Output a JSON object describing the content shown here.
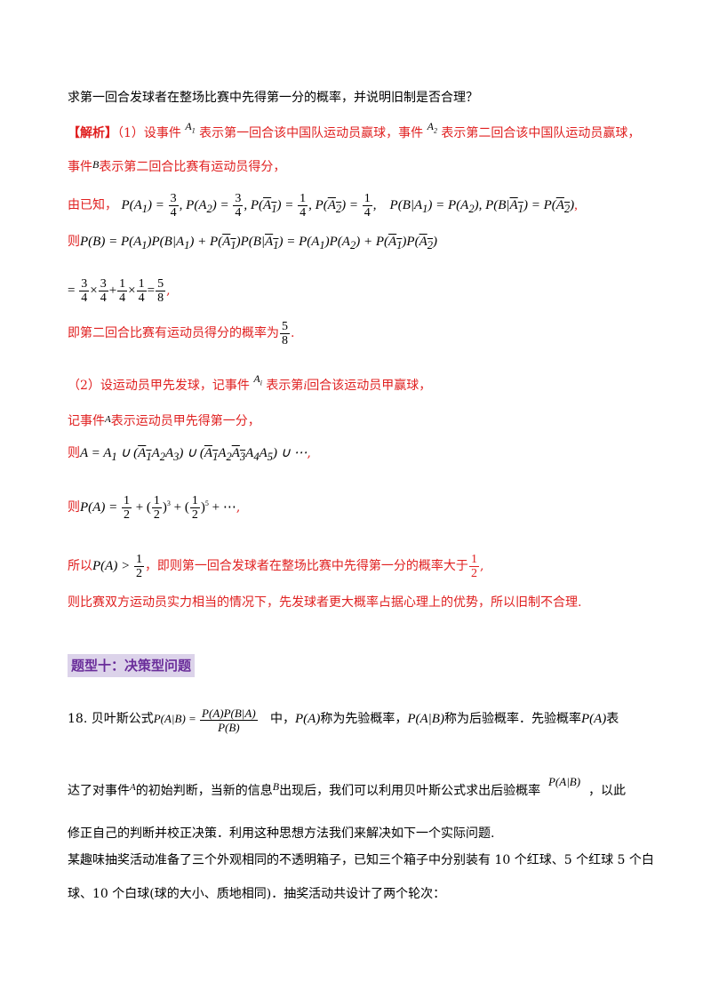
{
  "intro_question": "求第一回合发球者在整场比赛中先得第一分的概率，并说明旧制是否合理？",
  "analysis": {
    "tag": "【解析】",
    "p1_a": "（1）设事件",
    "p1_b": "表示第一回合该中国队运动员赢球，事件",
    "p1_c": "表示第二回合该中国队运动员赢球，",
    "p2_a": "事件",
    "p2_b": "表示第二回合比赛有运动员得分，",
    "given_prefix": "由已知，",
    "then_prefix": "则",
    "result_text": "即第二回合比赛有运动员得分的概率为",
    "part2_a": "（2）设运动员甲先发球，记事件",
    "part2_b": "表示第",
    "part2_c": "回合该运动员甲赢球，",
    "part2_d": "记事件",
    "part2_e": "表示运动员甲先得第一分，",
    "so_prefix": "所以",
    "so_text": "，即则第一回合发球者在整场比赛中先得第一分的概率大于",
    "conclusion": "则比赛双方运动员实力相当的情况下，先发球者更大概率占据心理上的优势，所以旧制不合理."
  },
  "section_heading": "题型十：决策型问题",
  "problem18": {
    "number": "18.",
    "line1_a": "贝叶斯公式",
    "line1_b": "中，",
    "line1_c": "称为先验概率，",
    "line1_d": "称为后验概率．先验概率",
    "line1_e": "表",
    "line2_a": "达了对事件",
    "line2_b": "的初始判断，当新的信息",
    "line2_c": "出现后，我们可以利用贝叶斯公式求出后验概率",
    "line2_d": "，以此",
    "line3": "修正自己的判断并校正决策．利用这种思想方法我们来解决如下一个实际问题.",
    "line4": "某趣味抽奖活动准备了三个外观相同的不透明箱子，已知三个箱子中分别装有 10 个红球、5 个红球 5 个白",
    "line5": "球、10 个白球(球的大小、质地相同)．抽奖活动共设计了两个轮次："
  },
  "colors": {
    "answer": "#e02020",
    "heading_text": "#6a2d9a",
    "heading_bg": "#dcd3ea"
  }
}
